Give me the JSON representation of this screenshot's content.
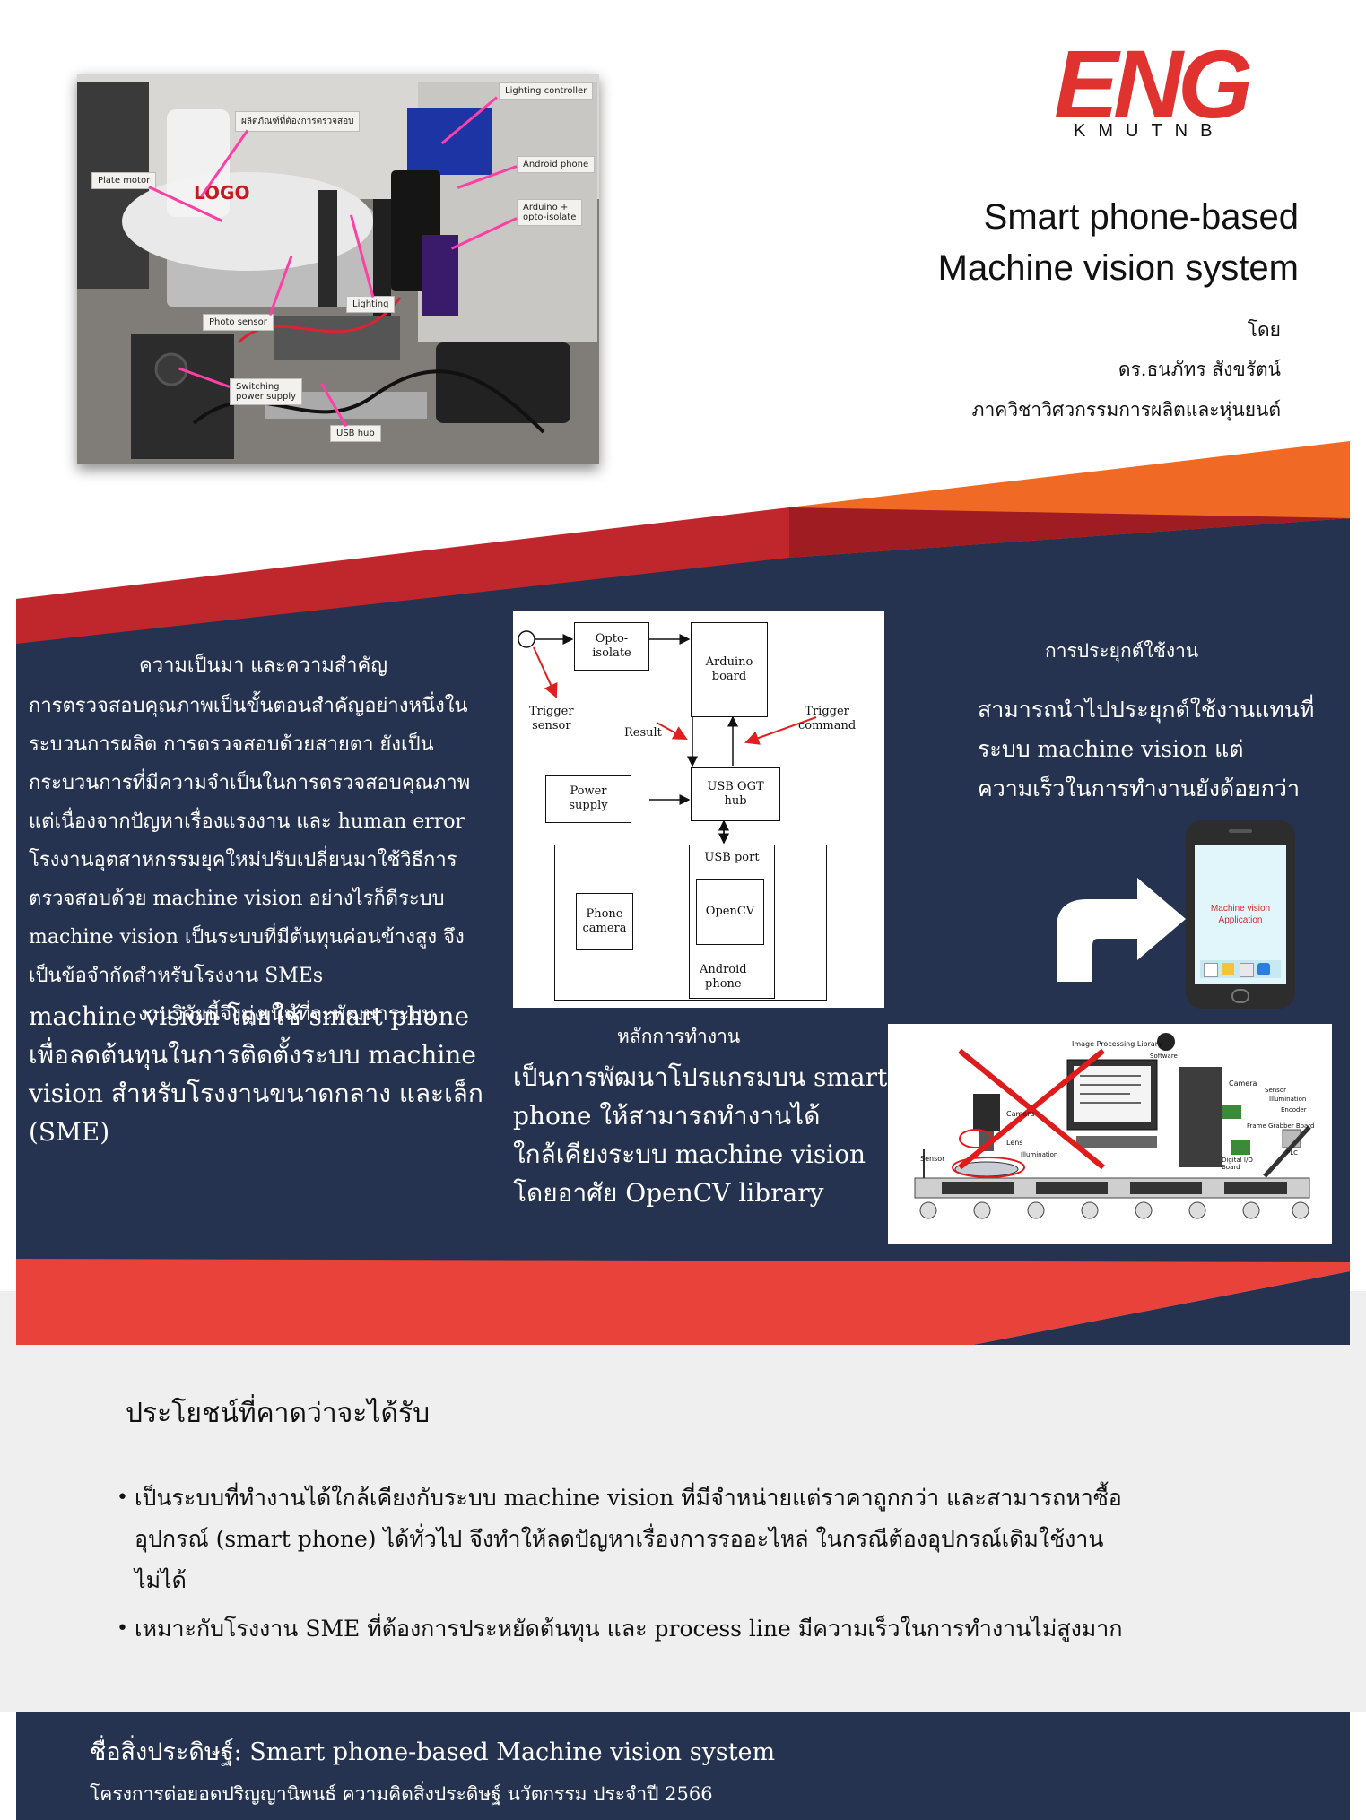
{
  "brand": {
    "logo_main": "ENG",
    "logo_sub": "KMUTNB",
    "red": "#e03330",
    "navy": "#253350",
    "orange": "#f16a25",
    "crimson": "#c0272d"
  },
  "title": {
    "line1": "Smart phone-based",
    "line2": "Machine vision system"
  },
  "byline": {
    "by": "โดย",
    "author": "ดร.ธนภัทร สังขรัตน์",
    "department": "ภาควิชาวิศวกรรมการผลิตและหุ่นยนต์"
  },
  "photo": {
    "callouts": {
      "lighting_controller": "Lighting controller",
      "product": "ผลิตภัณฑ์ที่ต้องการตรวจสอบ",
      "plate_motor": "Plate motor",
      "android_phone": "Android phone",
      "arduino": "Arduino +\nopto-isolate",
      "photo_sensor": "Photo sensor",
      "lighting": "Lighting",
      "switching_power": "Switching\npower supply",
      "usb_hub": "USB hub",
      "logo_on_bottle": "LOGO"
    }
  },
  "background": {
    "heading": "ความเป็นมา และความสำคัญ",
    "lines": [
      "การตรวจสอบคุณภาพเป็นขั้นตอนสำคัญอย่างหนึ่งใน",
      "ระบวนการผลิต การตรวจสอบด้วยสายตา ยังเป็น",
      "กระบวนการที่มีความจำเป็นในการตรวจสอบคุณภาพ",
      "แต่เนื่องจากปัญหาเรื่องแรงงาน และ human error",
      "โรงงานอุตสาหกรรมยุคใหม่ปรับเปลี่ยนมาใช้วิธีการ",
      "ตรวจสอบด้วย machine vision อย่างไรก็ดีระบบ",
      "machine vision เป็นระบบที่มีต้นทุนค่อนข้างสูง จึง",
      "เป็นข้อจำกัดสำหรับโรงงาน SMEs",
      "      งานวิจัยนี้จึงมุ่งเน้นที่จะพัฒนาระบบ"
    ],
    "lines_large": [
      "machine vision  โดยใช้ smart phone",
      "เพื่อลดต้นทุนในการติดตั้งระบบ machine",
      "vision  สำหรับโรงงานขนาดกลาง และเล็ก",
      "(SME)"
    ]
  },
  "diagram": {
    "opto": "Opto-\nisolate",
    "arduino": "Arduino\nboard",
    "trigger_sensor": "Trigger\nsensor",
    "result": "Result",
    "trigger_command": "Trigger\ncommand",
    "power": "Power\nsupply",
    "usb_hub": "USB OGT\nhub",
    "usb_port": "USB port",
    "phone_camera": "Phone\ncamera",
    "opencv": "OpenCV",
    "android": "Android\nphone"
  },
  "working": {
    "heading": "หลักการทำงาน",
    "lines": [
      "เป็นการพัฒนาโปรแกรมบน smart",
      "phone ให้สามารถทำงานได้",
      "ใกล้เคียงระบบ machine vision",
      "โดยอาศัย OpenCV library"
    ]
  },
  "application": {
    "heading": "การประยุกต์ใช้งาน",
    "lines": [
      "สามารถนำไปประยุกต์ใช้งานแทนที่",
      "ระบบ machine vision แต่",
      "ความเร็วในการทำงานยังด้อยกว่า"
    ],
    "phone_app_text": "Machine vision\nApplication"
  },
  "conveyor": {
    "labels": {
      "image_library": "Image Processing Library",
      "software": "Software",
      "camera_top": "Camera",
      "lens": "Lens",
      "illumination": "Illumination",
      "sensor": "Sensor",
      "camera_right": "Camera",
      "sensor_right": "Sensor",
      "illumination_right": "Illumination",
      "encoder": "Encoder",
      "frame_grabber": "Frame Grabber Board",
      "digital_io": "Digital I/O\nBoard",
      "plc": "PLC"
    }
  },
  "benefits": {
    "heading": "ประโยชน์ที่คาดว่าจะได้รับ",
    "items": [
      {
        "lines": [
          "เป็นระบบที่ทำงานได้ใกล้เคียงกับระบบ machine vision ที่มีจำหน่ายแต่ราคาถูกกว่า และสามารถหาซื้อ",
          "อุปกรณ์ (smart phone) ได้ทั่วไป จึงทำให้ลดปัญหาเรื่องการรออะไหล่ ในกรณีต้องอุปกรณ์เดิมใช้งาน",
          "ไม่ได้"
        ]
      },
      {
        "lines": [
          "เหมาะกับโรงงาน SME ที่ต้องการประหยัดต้นทุน และ process line มีความเร็วในการทำงานไม่สูงมาก"
        ]
      }
    ],
    "bullet": "•"
  },
  "footer": {
    "name": "ชื่อสิ่งประดิษฐ์: Smart phone-based Machine vision system",
    "project": "โครงการต่อยอดปริญญานิพนธ์ ความคิดสิ่งประดิษฐ์ นวัตกรรม ประจำปี 2566"
  }
}
